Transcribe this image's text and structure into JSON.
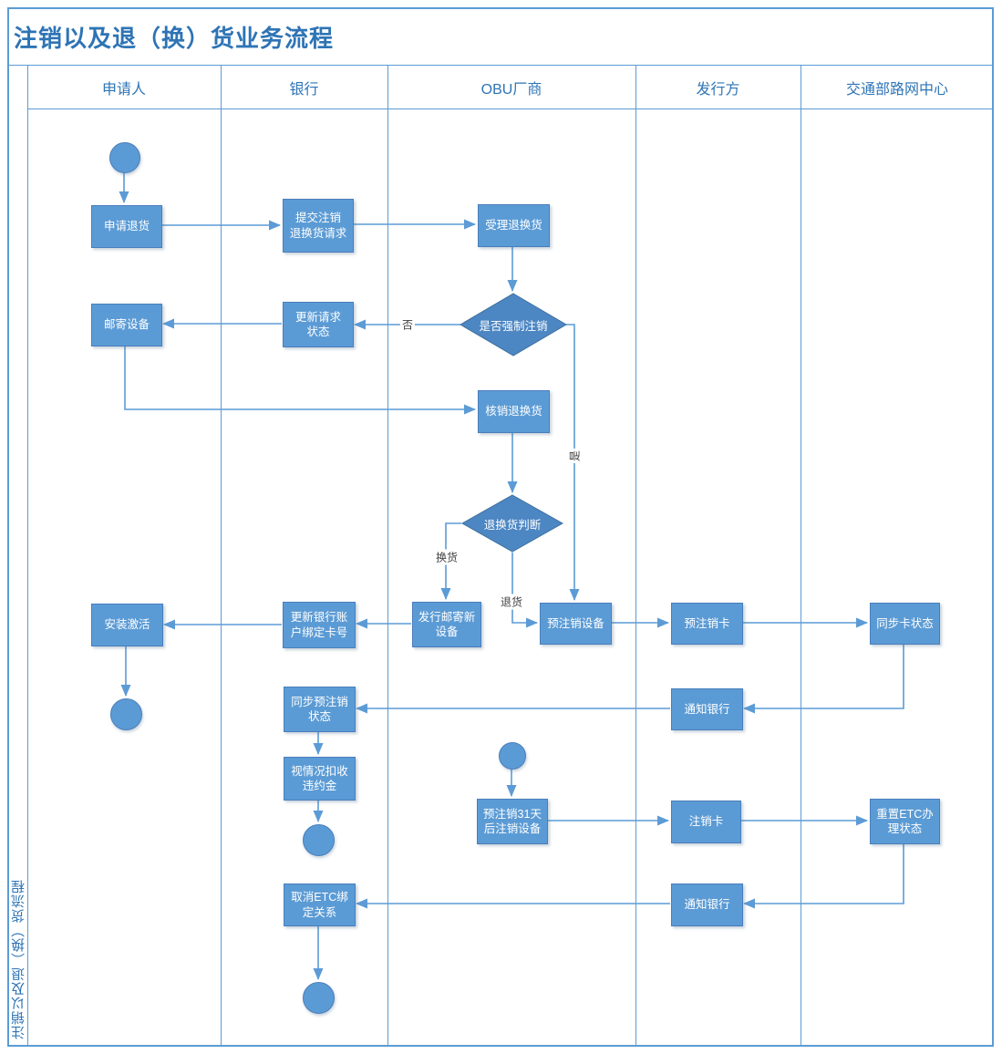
{
  "title": "注销以及退（换）货业务流程",
  "side_label": "注销以及退（换）货流程",
  "lanes": [
    {
      "label": "申请人"
    },
    {
      "label": "银行"
    },
    {
      "label": "OBU厂商"
    },
    {
      "label": "发行方"
    },
    {
      "label": "交通部路网中心"
    }
  ],
  "nodes": {
    "apply_return": {
      "label": "申请退货",
      "lane": "申请人"
    },
    "submit_cancel_request": {
      "label": "提交注销\n退换货请求",
      "lane": "银行"
    },
    "accept_return": {
      "label": "受理退换货",
      "lane": "OBU厂商"
    },
    "update_request_status": {
      "label": "更新请求\n状态",
      "lane": "银行"
    },
    "mail_device": {
      "label": "邮寄设备",
      "lane": "申请人"
    },
    "verify_return": {
      "label": "核销退换货",
      "lane": "OBU厂商"
    },
    "issue_new_device": {
      "label": "发行邮寄新\n设备",
      "lane": "OBU厂商"
    },
    "pre_cancel_device": {
      "label": "预注销设备",
      "lane": "OBU厂商"
    },
    "pre_cancel_card": {
      "label": "预注销卡",
      "lane": "发行方"
    },
    "sync_card_status": {
      "label": "同步卡状态",
      "lane": "交通部路网中心"
    },
    "update_bank_card_binding": {
      "label": "更新银行账\n户绑定卡号",
      "lane": "银行"
    },
    "install_activate": {
      "label": "安装激活",
      "lane": "申请人"
    },
    "sync_pre_cancel_status": {
      "label": "同步预注销\n状态",
      "lane": "银行"
    },
    "notify_bank_1": {
      "label": "通知银行",
      "lane": "发行方"
    },
    "deduct_penalty": {
      "label": "视情况扣收\n违约金",
      "lane": "银行"
    },
    "cancel_device_after_31": {
      "label": "预注销31天\n后注销设备",
      "lane": "OBU厂商"
    },
    "cancel_card": {
      "label": "注销卡",
      "lane": "发行方"
    },
    "reset_etc_status": {
      "label": "重置ETC办\n理状态",
      "lane": "交通部路网中心"
    },
    "notify_bank_2": {
      "label": "通知银行",
      "lane": "发行方"
    },
    "cancel_etc_binding": {
      "label": "取消ETC绑\n定关系",
      "lane": "银行"
    }
  },
  "decisions": {
    "forced_cancel": {
      "label": "是否强制注销",
      "lane": "OBU厂商"
    },
    "return_or_exchange": {
      "label": "退换货判断",
      "lane": "OBU厂商"
    }
  },
  "terminators": {
    "start_applicant": {
      "type": "start",
      "lane": "申请人"
    },
    "end_applicant": {
      "type": "end",
      "lane": "申请人"
    },
    "end_bank_penalty": {
      "type": "end",
      "lane": "银行"
    },
    "start_obu": {
      "type": "start",
      "lane": "OBU厂商"
    },
    "end_bank_etc": {
      "type": "end",
      "lane": "银行"
    }
  },
  "edge_labels": {
    "no": "否",
    "yes": "是",
    "exchange": "换货",
    "return": "退货"
  },
  "colors": {
    "box_fill": "#5b9bd5",
    "diamond_fill": "#4c86c3",
    "line": "#5c9bd6",
    "grid": "#5b9bd5",
    "heading_text": "#2e74b5",
    "node_text": "#ffffff",
    "edge_label_text": "#404040"
  }
}
